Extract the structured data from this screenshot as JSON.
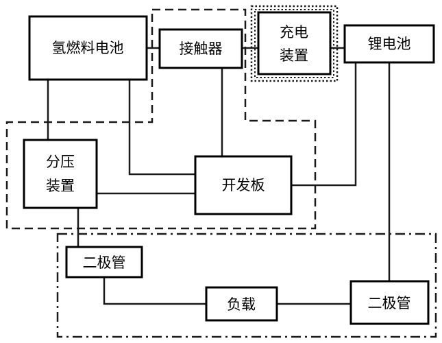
{
  "blocks": {
    "h2_fuel_cell": "氢燃料电池",
    "contactor": "接触器",
    "charger_line1": "充电",
    "charger_line2": "装置",
    "lithium_battery": "锂电池",
    "divider_line1": "分压",
    "divider_line2": "装置",
    "dev_board": "开发板",
    "diode_left": "二极管",
    "load": "负载",
    "diode_right": "二极管"
  }
}
